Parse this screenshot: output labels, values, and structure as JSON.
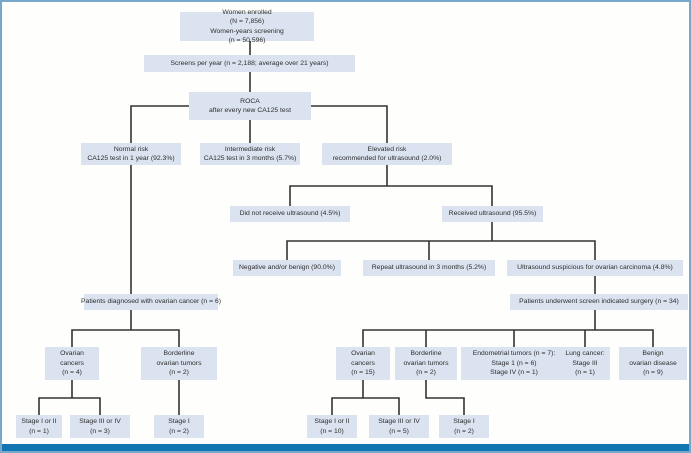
{
  "figure_type": "screening-trial-flowchart",
  "colors": {
    "box_fill": "#dae3ef",
    "line": "#333333",
    "text": "#2e2e2e",
    "frame_border": "#79a7c9",
    "bottom_bar": "#1276b2"
  },
  "nodes": {
    "women_enrolled": {
      "line1_label": "Women enrolled",
      "line1_value": "(N = 7,856)",
      "line2_label": "Women-years screening",
      "line2_value": "(n = 50,596)"
    },
    "screens_per_year": {
      "text": "Screens per year (n = 2,188; average over 21 years)"
    },
    "roca": {
      "line1": "ROCA",
      "line2": "after every new CA125 test"
    },
    "normal_risk": {
      "line1": "Normal risk",
      "line2": "CA125 test in 1 year (92.3%)"
    },
    "intermediate_risk": {
      "line1": "Intermediate risk",
      "line2": "CA125 test in 3 months (5.7%)"
    },
    "elevated_risk": {
      "line1": "Elevated risk",
      "line2": "recommended for ultrasound (2.0%)"
    },
    "did_not_receive_ultrasound": {
      "text": "Did not receive ultrasound (4.5%)"
    },
    "received_ultrasound": {
      "text": "Received ultrasound (95.5%)"
    },
    "negative_benign": {
      "text": "Negative and/or benign (90.0%)"
    },
    "repeat_ultrasound": {
      "text": "Repeat ultrasound in 3 months (5.2%)"
    },
    "ultrasound_suspicious": {
      "text": "Ultrasound suspicious for ovarian carcinoma (4.8%)"
    },
    "patients_diagnosed": {
      "text": "Patients diagnosed with ovarian cancer (n = 6)"
    },
    "patients_surgery": {
      "text": "Patients underwent screen indicated surgery (n = 34)"
    },
    "ovarian_cancers_left": {
      "line1": "Ovarian",
      "line2": "cancers",
      "line3": "(n = 4)"
    },
    "borderline_left": {
      "line1": "Borderline",
      "line2": "ovarian tumors",
      "line3": "(n = 2)"
    },
    "ovarian_cancers_right": {
      "line1": "Ovarian",
      "line2": "cancers",
      "line3": "(n = 15)"
    },
    "borderline_right": {
      "line1": "Borderline",
      "line2": "ovarian tumors",
      "line3": "(n = 2)"
    },
    "endometrial": {
      "line1": "Endometrial tumors (n = 7):",
      "line2": "Stage 1 (n = 6)",
      "line3": "Stage IV (n = 1)"
    },
    "lung_cancer": {
      "line1": "Lung cancer:",
      "line2": "Stage III",
      "line3": "(n = 1)"
    },
    "benign_ovarian": {
      "line1": "Benign",
      "line2": "ovarian disease",
      "line3": "(n = 9)"
    },
    "stage_1_2_left": {
      "line1": "Stage I or II",
      "line2": "(n = 1)"
    },
    "stage_3_4_left": {
      "line1": "Stage III or IV",
      "line2": "(n = 3)"
    },
    "stage_1_left": {
      "line1": "Stage I",
      "line2": "(n = 2)"
    },
    "stage_1_2_right": {
      "line1": "Stage I or II",
      "line2": "(n = 10)"
    },
    "stage_3_4_right": {
      "line1": "Stage III or IV",
      "line2": "(n = 5)"
    },
    "stage_1_right": {
      "line1": "Stage I",
      "line2": "(n = 2)"
    }
  }
}
